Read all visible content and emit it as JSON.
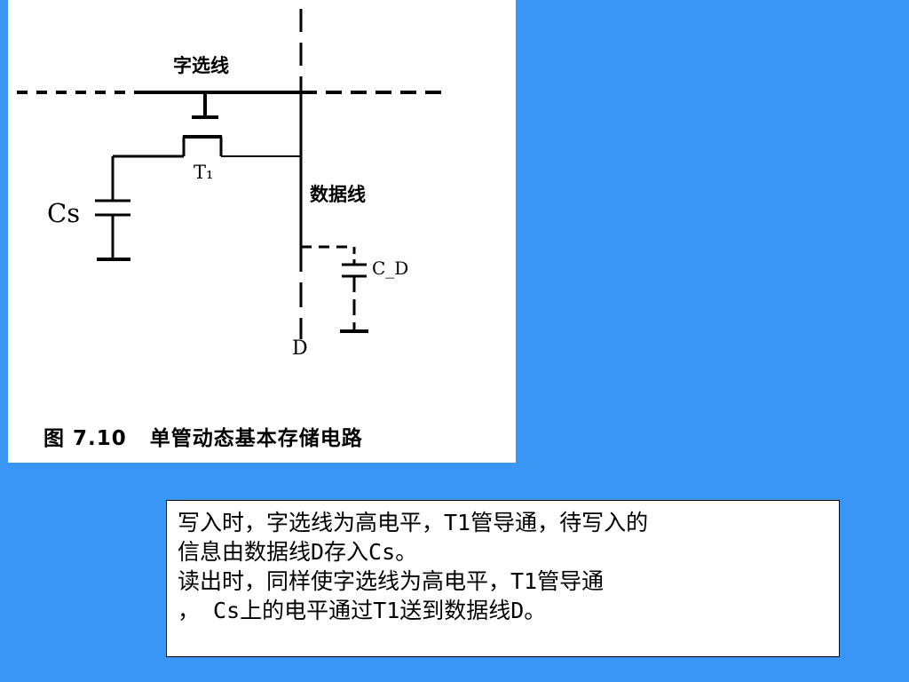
{
  "figure": {
    "labels": {
      "word_line": "字选线",
      "data_line": "数据线",
      "cs": "Cs",
      "t1": "T₁",
      "cd": "C_D",
      "d": "D"
    },
    "caption": {
      "number": "图 7.10",
      "title": "单管动态基本存储电路"
    }
  },
  "explanation": {
    "lines": [
      "写入时，字选线为高电平，T1管导通，待写入的",
      "信息由数据线D存入Cs。",
      "读出时，同样使字选线为高电平，T1管导通",
      "， Cs上的电平通过T1送到数据线D。"
    ]
  },
  "colors": {
    "background": "#3a96f4",
    "panel": "#ffffff",
    "ink": "#000000"
  }
}
